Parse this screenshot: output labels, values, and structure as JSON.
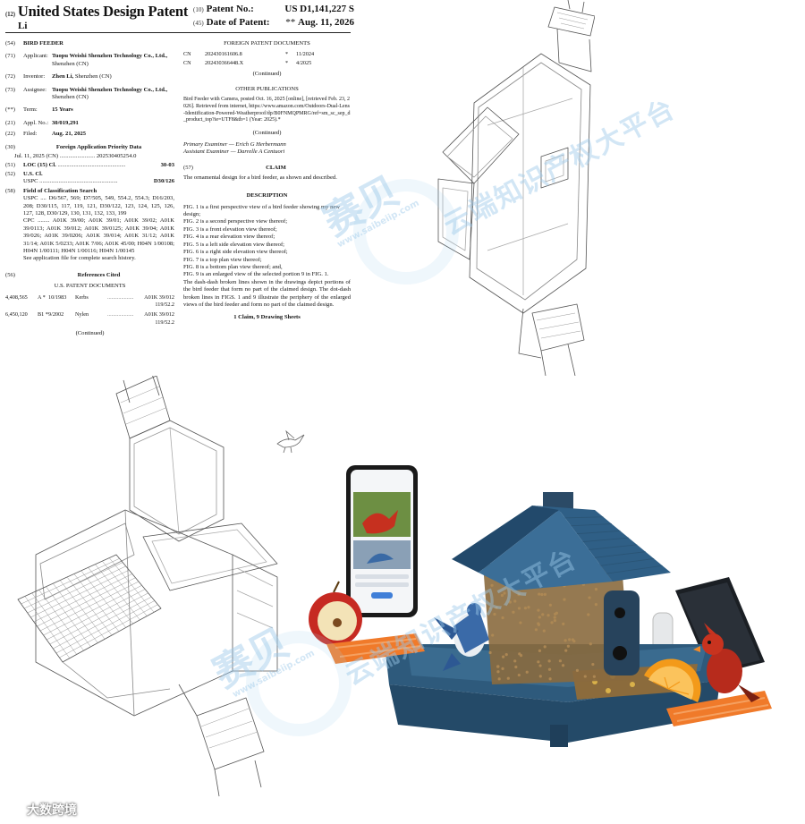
{
  "header": {
    "code_12": "(12)",
    "doc_type": "United States Design Patent",
    "inventor_short": "Li",
    "code_10": "(10)",
    "patent_no_label": "Patent No.:",
    "patent_no": "US D1,141,227 S",
    "code_45": "(45)",
    "date_label": "Date of Patent:",
    "date_stars": "**",
    "date": "Aug. 11, 2026"
  },
  "biblio": {
    "title_code": "(54)",
    "title": "BIRD FEEDER",
    "applicant_code": "(71)",
    "applicant_label": "Applicant:",
    "applicant_name": "Tuopu Weishi Shenzhen Technology Co., Ltd.,",
    "applicant_loc": "Shenzhen (CN)",
    "inventor_code": "(72)",
    "inventor_label": "Inventor:",
    "inventor_name": "Zhen Li,",
    "inventor_loc": "Shenzhen (CN)",
    "assignee_code": "(73)",
    "assignee_label": "Assignee:",
    "assignee_name": "Tuopu Weishi Shenzhen Technology Co., Ltd.,",
    "assignee_loc": "Shenzhen (CN)",
    "term_code": "(**)",
    "term_label": "Term:",
    "term": "15 Years",
    "appl_code": "(21)",
    "appl_label": "Appl. No.:",
    "appl_no": "30/019,291",
    "filed_code": "(22)",
    "filed_label": "Filed:",
    "filed": "Aug. 21, 2025",
    "priority_code": "(30)",
    "priority_title": "Foreign Application Priority Data",
    "priority_line": "Jul. 11, 2025     (CN) ........................ 202530405254.0",
    "loc_code": "(51)",
    "loc_label": "LOC (15) Cl.",
    "loc_dots": " ..............................................",
    "loc_value": "30-03",
    "uscl_code": "(52)",
    "uscl_label": "U.S. Cl.",
    "uspc_label": "USPC",
    "uspc_dots": " .....................................................",
    "uspc_value": "D30/126",
    "field_code": "(58)",
    "field_label": "Field of Classification Search",
    "field_uspc": "USPC .... D6/567, 569; D7/505, 549, 554.2, 554.3; D16/203, 208; D30/115, 117, 119, 121, D30/122, 123, 124, 125, 126, 127, 128, D30/129, 130, 131, 132, 133, 199",
    "field_cpc": "CPC ........ A01K 39/00; A01K 39/01; A01K 39/02; A01K 39/0113; A01K 39/012; A01K 39/0125; A01K 39/04; A01K 39/026; A01K 39/0206; A01K 39/014; A01K 31/12; A01K 31/14; A01K 5/0233; A01K 7/06; A01K 45/00; H04N 1/00108; H04N 1/00111; H04N 1/00116; H04N 1/00145",
    "field_note": "See application file for complete search history.",
    "refs_code": "(56)",
    "refs_title": "References Cited",
    "us_docs_title": "U.S. PATENT DOCUMENTS",
    "us_docs": [
      {
        "no": "4,408,565",
        "kind": "A *",
        "date": "10/1983",
        "name": "Kerbs",
        "dots": "...................",
        "cls": "A01K 39/012",
        "sub": "119/52.2"
      },
      {
        "no": "6,450,120",
        "kind": "B1 *",
        "date": "9/2002",
        "name": "Nylen",
        "dots": "...................",
        "cls": "A01K 39/012",
        "sub": "119/52.2"
      }
    ],
    "continued": "(Continued)",
    "foreign_title": "FOREIGN PATENT DOCUMENTS",
    "foreign_docs": [
      {
        "cc": "CN",
        "no": "202430161606.8",
        "star": "*",
        "date": "11/2024"
      },
      {
        "cc": "CN",
        "no": "202430366448.X",
        "star": "*",
        "date": "4/2025"
      }
    ],
    "other_title": "OTHER PUBLICATIONS",
    "other_text": "Bird Feeder with Camera, posted Oct. 16, 2025 [online], [retrieved Feb. 23, 2026]. Retrieved from internet, https://www.amazon.com/Outdoors-Dual-Lens-Identification-Powered-Weatherproof/dp/B0FNMQPMRG/ref=sm_sc_sep_d_product_top?ie=UTF8&th=1 (Year: 2025).*",
    "primary_examiner": "Primary Examiner — Erich G Herbermann",
    "assistant_examiner": "Assistant Examiner — Darrelle A Centuori",
    "claim_code": "(57)",
    "claim_title": "CLAIM",
    "claim_text": "The ornamental design for a bird feeder, as shown and described.",
    "desc_title": "DESCRIPTION",
    "desc_lines": [
      "FIG. 1 is a first perspective view of a bird feeder showing my new design;",
      "FIG. 2 is a second perspective view thereof;",
      "FIG. 3 is a front elevation view thereof;",
      "FIG. 4 is a rear elevation view thereof;",
      "FIG. 5 is a left side elevation view thereof;",
      "FIG. 6 is a right side elevation view thereof;",
      "FIG. 7 is a top plan view thereof;",
      "FIG. 8 is a bottom plan view thereof; and,",
      "FIG. 9 is an enlarged view of the selected portion 9 in FIG. 1.",
      "The dash-dash broken lines shown in the drawings depict portions of the bird feeder that form no part of the claimed design. The dot-dash broken lines in FIGS. 1 and 9 illustrate the periphery of the enlarged views of the bird feeder and form no part of the claimed design."
    ],
    "claims_summary": "1 Claim, 9 Drawing Sheets"
  },
  "watermark": {
    "logo": "赛贝",
    "text": "云端知识产权大平台",
    "url": "www.saibeiip.com"
  },
  "corner_brand": "大数跨境",
  "colors": {
    "roof": "#2f5f86",
    "tray": "#2e5a7c",
    "perch": "#f07a2a",
    "watermark": "#9cc9ea"
  }
}
